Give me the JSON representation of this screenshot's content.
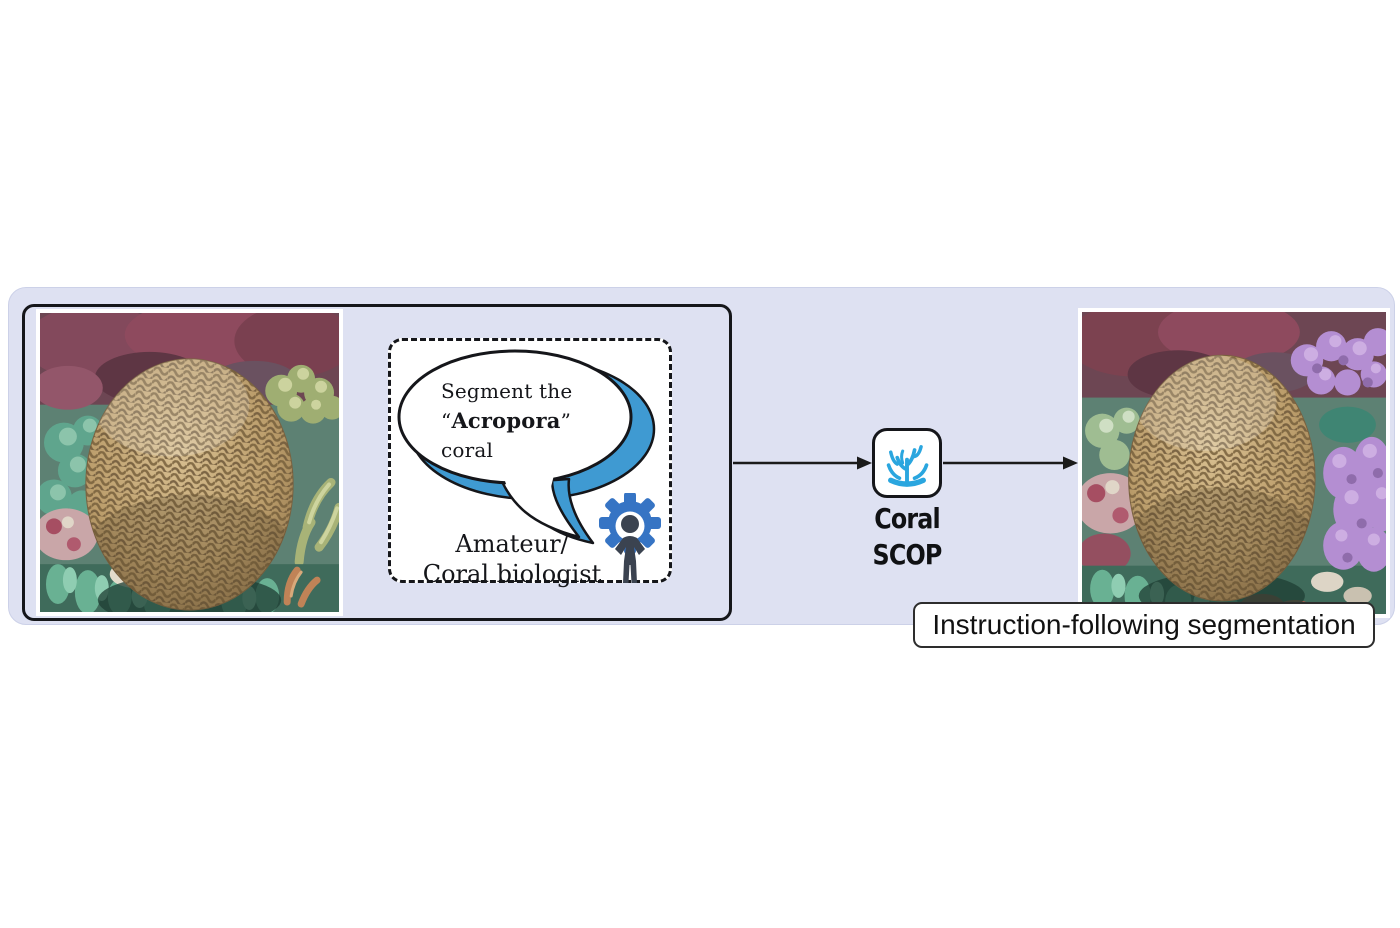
{
  "figure": {
    "type": "pipeline-diagram",
    "panel_bg": "#dee1f2"
  },
  "input": {
    "bubble": {
      "line1": "Segment the",
      "quote_open": "“",
      "term": "Acropora",
      "quote_close": "”",
      "line3": "coral"
    },
    "author_line1": "Amateur/",
    "author_line2": "Coral biologist"
  },
  "model": {
    "name_line1": "Coral",
    "name_line2": "SCOP"
  },
  "output": {
    "caption": "Instruction-following segmentation"
  },
  "icons": {
    "model_icon": "coral-icon",
    "user_icon": "person-gear-icon"
  },
  "colors": {
    "panel_bg": "#dee1f2",
    "bubble_accent": "#3f9ad2",
    "coral_icon_blue": "#2aa6df",
    "gear_blue": "#3674c4",
    "person_dark": "#3b4350",
    "mask_purple": "#b48ed2",
    "outline_black": "#15161a"
  }
}
